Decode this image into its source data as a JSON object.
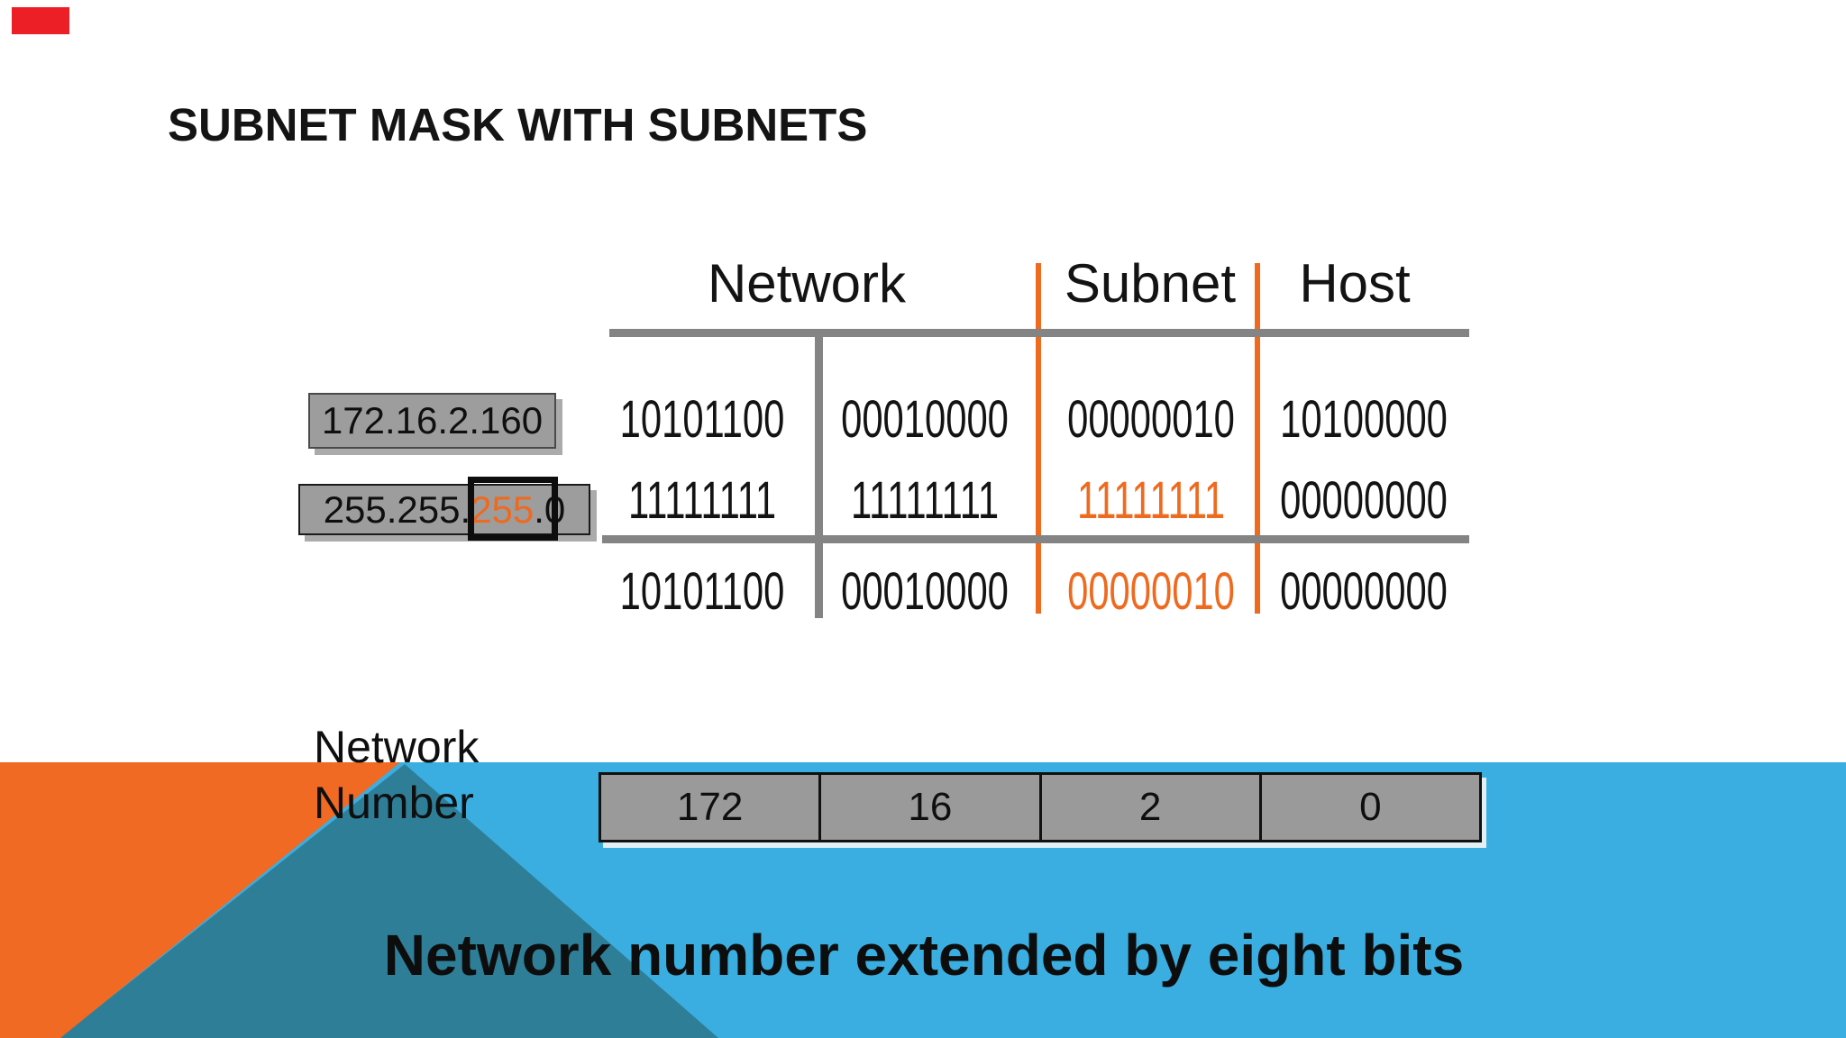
{
  "slide": {
    "title": "SUBNET MASK WITH SUBNETS",
    "caption": "Network number extended by eight bits"
  },
  "colors": {
    "accent_orange": "#EE6A1F",
    "background_orange": "#F06A24",
    "background_blue": "#3AAEE0",
    "overlap_teal": "#2F7E98",
    "box_gray": "#9D9D9D",
    "line_gray": "#848484",
    "record_red": "#EC1F26"
  },
  "diagram": {
    "column_headers": [
      "Network",
      "Subnet",
      "Host"
    ],
    "ip_address_label": "172.16.2.160",
    "subnet_mask": {
      "prefix": "255.255.",
      "highlighted_octet": "255",
      "suffix": ".0"
    },
    "binary_rows": [
      {
        "name": "ip-binary",
        "octets": [
          {
            "bits": "10101100",
            "highlight": false
          },
          {
            "bits": "00010000",
            "highlight": false
          },
          {
            "bits": "00000010",
            "highlight": false
          },
          {
            "bits": "10100000",
            "highlight": false
          }
        ]
      },
      {
        "name": "mask-binary",
        "octets": [
          {
            "bits": "11111111",
            "highlight": false
          },
          {
            "bits": "11111111",
            "highlight": false
          },
          {
            "bits": "11111111",
            "highlight": true
          },
          {
            "bits": "00000000",
            "highlight": false
          }
        ]
      },
      {
        "name": "result-binary",
        "octets": [
          {
            "bits": "10101100",
            "highlight": false
          },
          {
            "bits": "00010000",
            "highlight": false
          },
          {
            "bits": "00000010",
            "highlight": true
          },
          {
            "bits": "00000000",
            "highlight": false
          }
        ]
      }
    ]
  },
  "network_number": {
    "label_line1": "Network",
    "label_line2": "Number",
    "octets": [
      "172",
      "16",
      "2",
      "0"
    ]
  }
}
